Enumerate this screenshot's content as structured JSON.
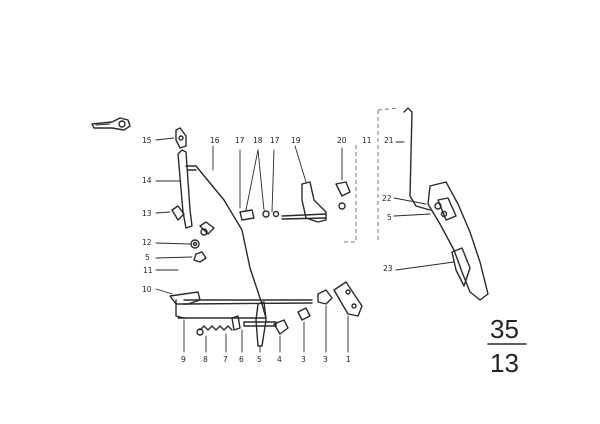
{
  "callouts": {
    "c15": "15",
    "c16": "16",
    "c17a": "17",
    "c18": "18",
    "c17b": "17",
    "c19": "19",
    "c20": "20",
    "c11a": "11",
    "c21": "21",
    "c14": "14",
    "c13": "13",
    "c22": "22",
    "c5a": "5",
    "c12": "12",
    "c5b": "5",
    "c11b": "11",
    "c23": "23",
    "c10": "10",
    "b9": "9",
    "b8": "8",
    "b7": "7",
    "b6": "6",
    "b5": "5",
    "b4": "4",
    "b3a": "3",
    "b3b": "3",
    "b1": "1"
  },
  "group": {
    "top": "35",
    "bottom": "13"
  }
}
